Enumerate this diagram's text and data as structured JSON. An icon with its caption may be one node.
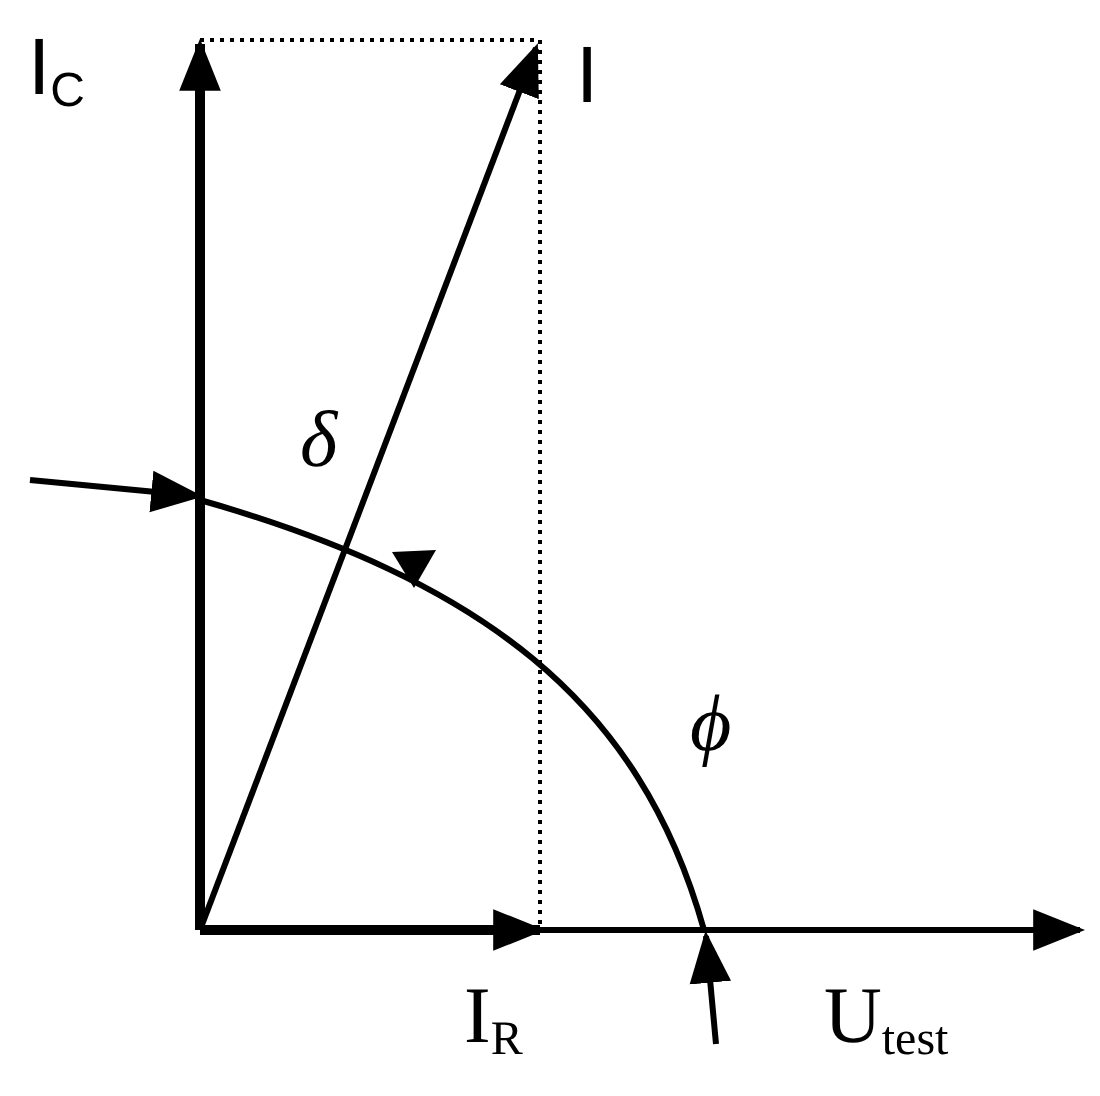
{
  "diagram": {
    "labels": [
      "I$_{C}$",
      "I",
      "δ",
      "ϕ",
      "I$_{R}$",
      "U$_{test}$"
    ]
  }
}
